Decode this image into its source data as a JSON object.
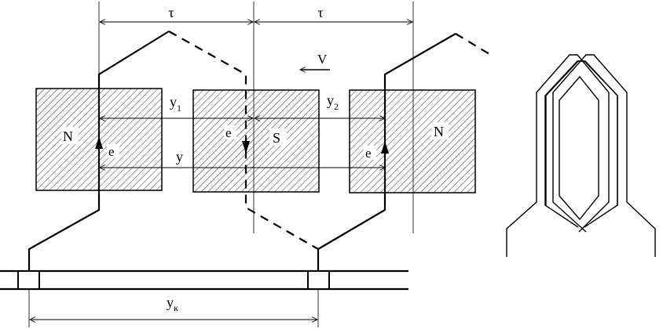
{
  "poles": [
    {
      "label": "N"
    },
    {
      "label": "S"
    },
    {
      "label": "N"
    }
  ],
  "dimensions": {
    "tau_1": "τ",
    "tau_2": "τ",
    "y1_base": "y",
    "y1_sub": "1",
    "y2_base": "y",
    "y2_sub": "2",
    "y": "y",
    "yk_base": "y",
    "yk_sub": "к"
  },
  "emf_labels": [
    "e",
    "e",
    "e"
  ],
  "velocity_label": "V"
}
